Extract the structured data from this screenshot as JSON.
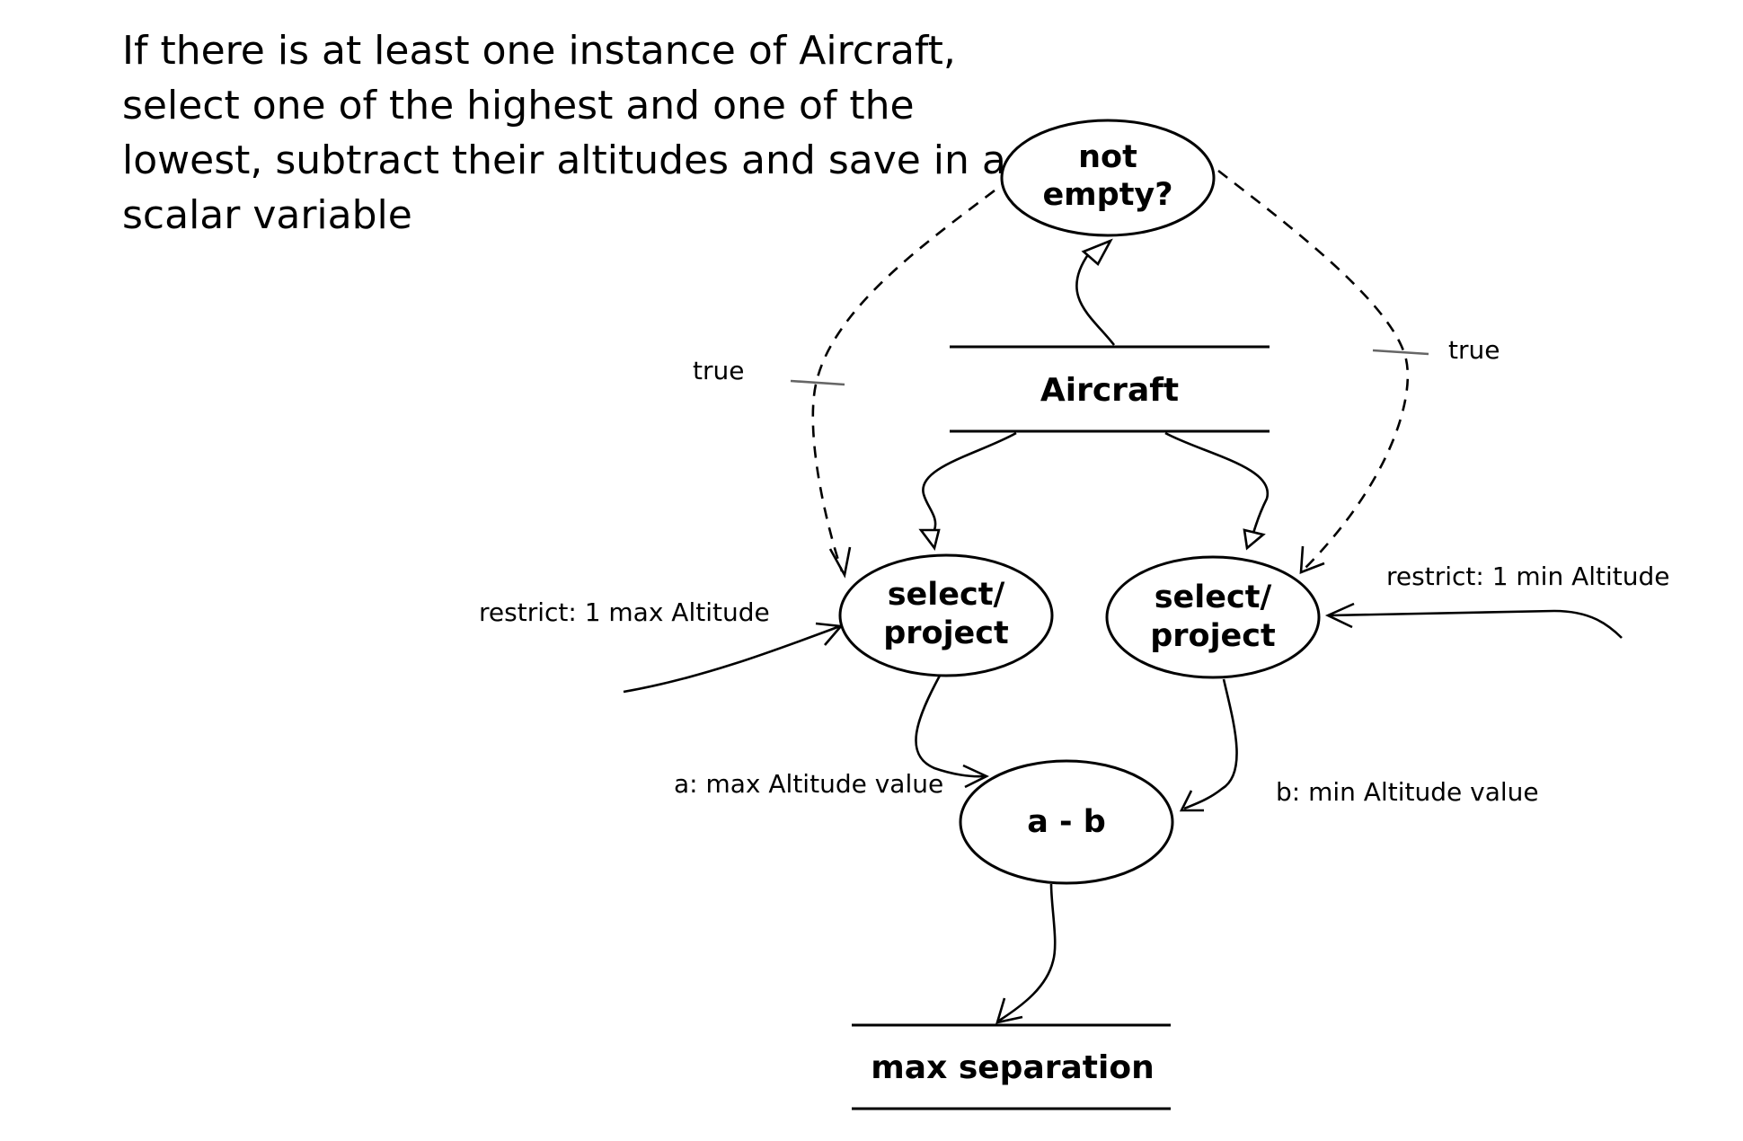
{
  "heading": {
    "lines": [
      "If there is at least one instance of Aircraft,",
      "select one of the highest and one of the",
      "lowest, subtract their altitudes and save in a",
      "scalar variable"
    ]
  },
  "processes": {
    "not_empty": [
      "not",
      "empty?"
    ],
    "select_max": [
      "select/",
      "project"
    ],
    "select_min": [
      "select/",
      "project"
    ],
    "subtract": "a - b"
  },
  "stores": {
    "aircraft": "Aircraft",
    "max_separation": "max separation"
  },
  "flows": {
    "control_left": "true",
    "control_right": "true",
    "restrict_max": "restrict: 1 max Altitude",
    "restrict_min": "restrict: 1 min Altitude",
    "value_a": "a: max Altitude value",
    "value_b": "b: min Altitude value"
  }
}
